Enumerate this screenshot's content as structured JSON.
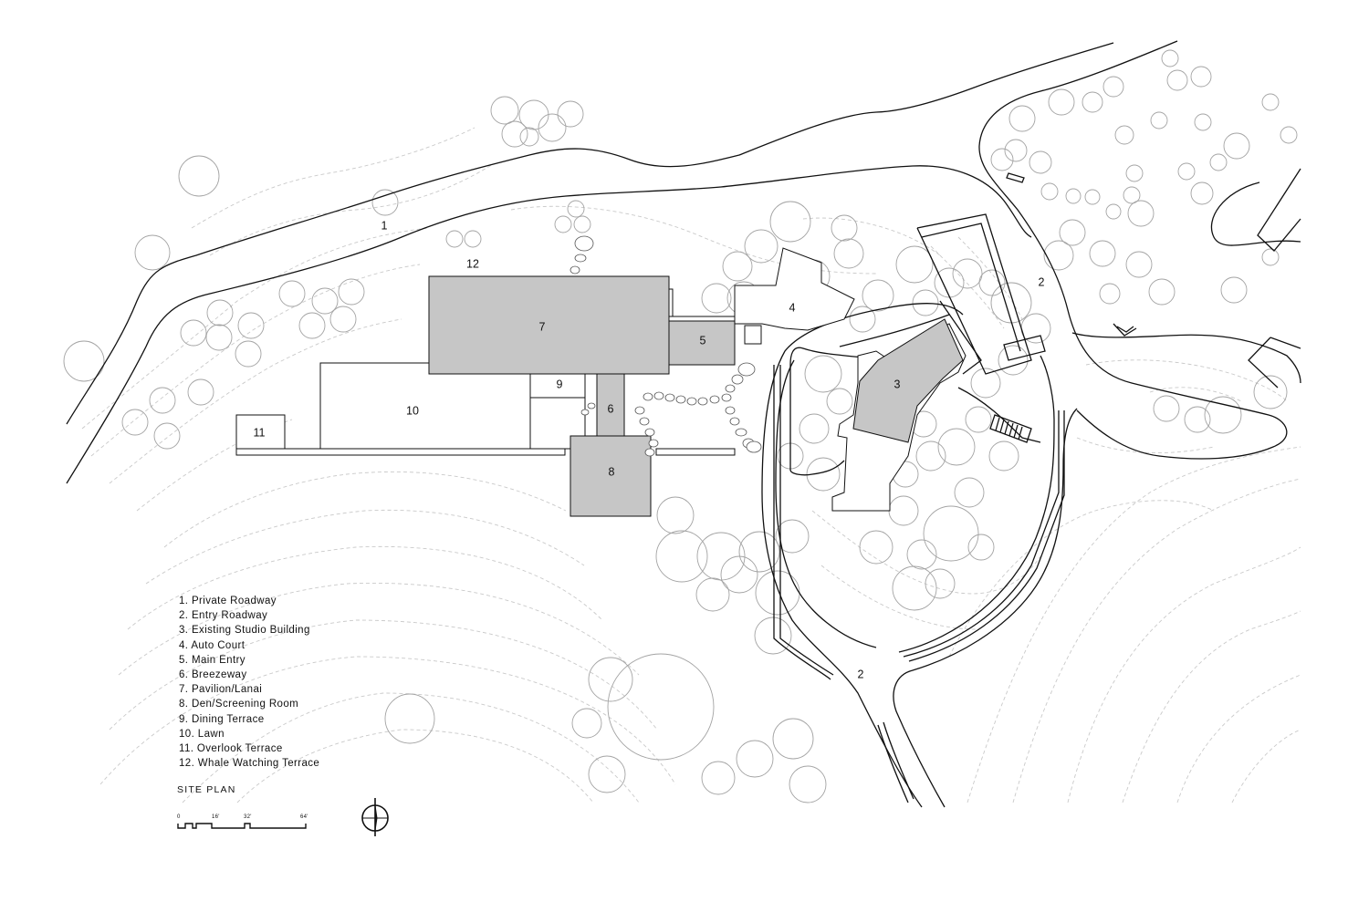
{
  "plan_labels": {
    "private_roadway": "1",
    "entry_roadway_east": "2",
    "entry_roadway_south": "2",
    "existing_studio": "3",
    "auto_court": "4",
    "main_entry": "5",
    "breezeway": "6",
    "pavilion": "7",
    "den": "8",
    "dining_terrace": "9",
    "lawn": "10",
    "overlook_terrace": "11",
    "whale_terrace": "12"
  },
  "legend": [
    "1. Private Roadway",
    "2. Entry Roadway",
    "3. Existing Studio Building",
    "4. Auto Court",
    "5. Main Entry",
    "6. Breezeway",
    "7. Pavilion/Lanai",
    "8. Den/Screening Room",
    "9. Dining Terrace",
    "10. Lawn",
    "11. Overlook Terrace",
    "12. Whale Watching Terrace"
  ],
  "title": "SITE PLAN",
  "scale_bar": {
    "labels": [
      "0",
      "16'",
      "32'",
      "64'"
    ]
  },
  "colors": {
    "building_fill": "#c6c6c6",
    "line": "#111111",
    "tree": "#a3a3a3",
    "contour": "#c9c9c9"
  },
  "icons": {
    "north_arrow": "north-arrow-icon"
  }
}
